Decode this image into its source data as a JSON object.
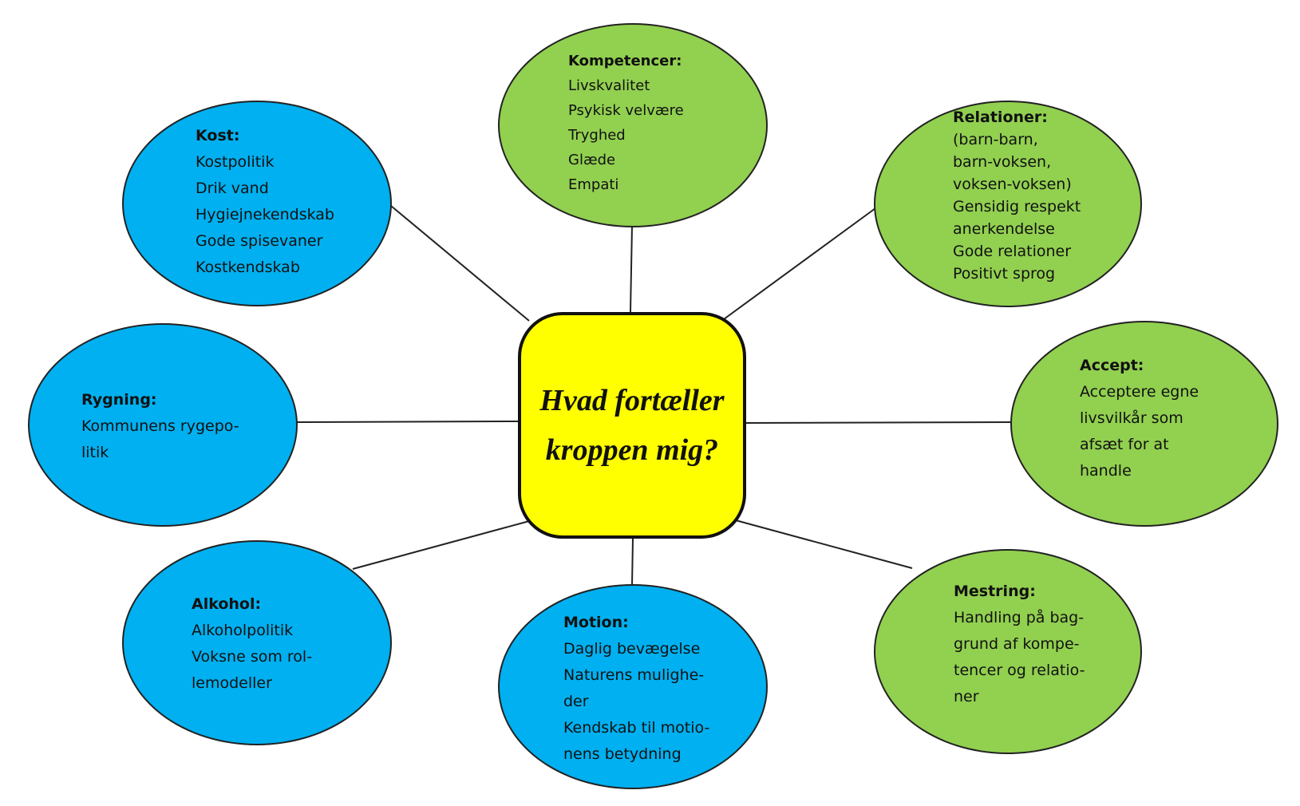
{
  "center": {
    "title_lines": [
      "Hvad fortæller",
      "kroppen mig?"
    ],
    "fill": "#ffff00"
  },
  "colors": {
    "blue_node": "#00b0f0",
    "green_node": "#92d050",
    "connector": "#222222"
  },
  "nodes": {
    "kompetencer": {
      "title": "Kompetencer:",
      "lines": [
        "Livskvalitet",
        "Psykisk velvære",
        "Tryghed",
        "Glæde",
        "Empati"
      ],
      "color": "green"
    },
    "relationer": {
      "title": "Relationer:",
      "lines": [
        "(barn-barn,",
        "barn-voksen,",
        "voksen-voksen)",
        "Gensidig respekt",
        "anerkendelse",
        "Gode relationer",
        "Positivt sprog"
      ],
      "color": "green"
    },
    "accept": {
      "title": "Accept:",
      "lines": [
        "Acceptere egne",
        "livsvilkår som",
        "afsæt for at",
        "handle"
      ],
      "color": "green"
    },
    "mestring": {
      "title": "Mestring:",
      "lines": [
        "Handling på bag-",
        "grund af kompe-",
        "tencer og relatio-",
        "ner"
      ],
      "color": "green"
    },
    "motion": {
      "title": "Motion:",
      "lines": [
        "Daglig bevægelse",
        "Naturens mulighe-",
        "der",
        "Kendskab til motio-",
        "nens betydning"
      ],
      "color": "blue"
    },
    "alkohol": {
      "title": "Alkohol:",
      "lines": [
        "Alkoholpolitik",
        "Voksne som rol-",
        "lemodeller"
      ],
      "color": "blue"
    },
    "rygning": {
      "title": "Rygning:",
      "lines": [
        "Kommunens rygepo-",
        "litik"
      ],
      "color": "blue"
    },
    "kost": {
      "title": "Kost:",
      "lines": [
        "Kostpolitik",
        "Drik vand",
        "Hygiejnekendskab",
        "Gode spisevaner",
        "Kostkendskab"
      ],
      "color": "blue"
    }
  }
}
